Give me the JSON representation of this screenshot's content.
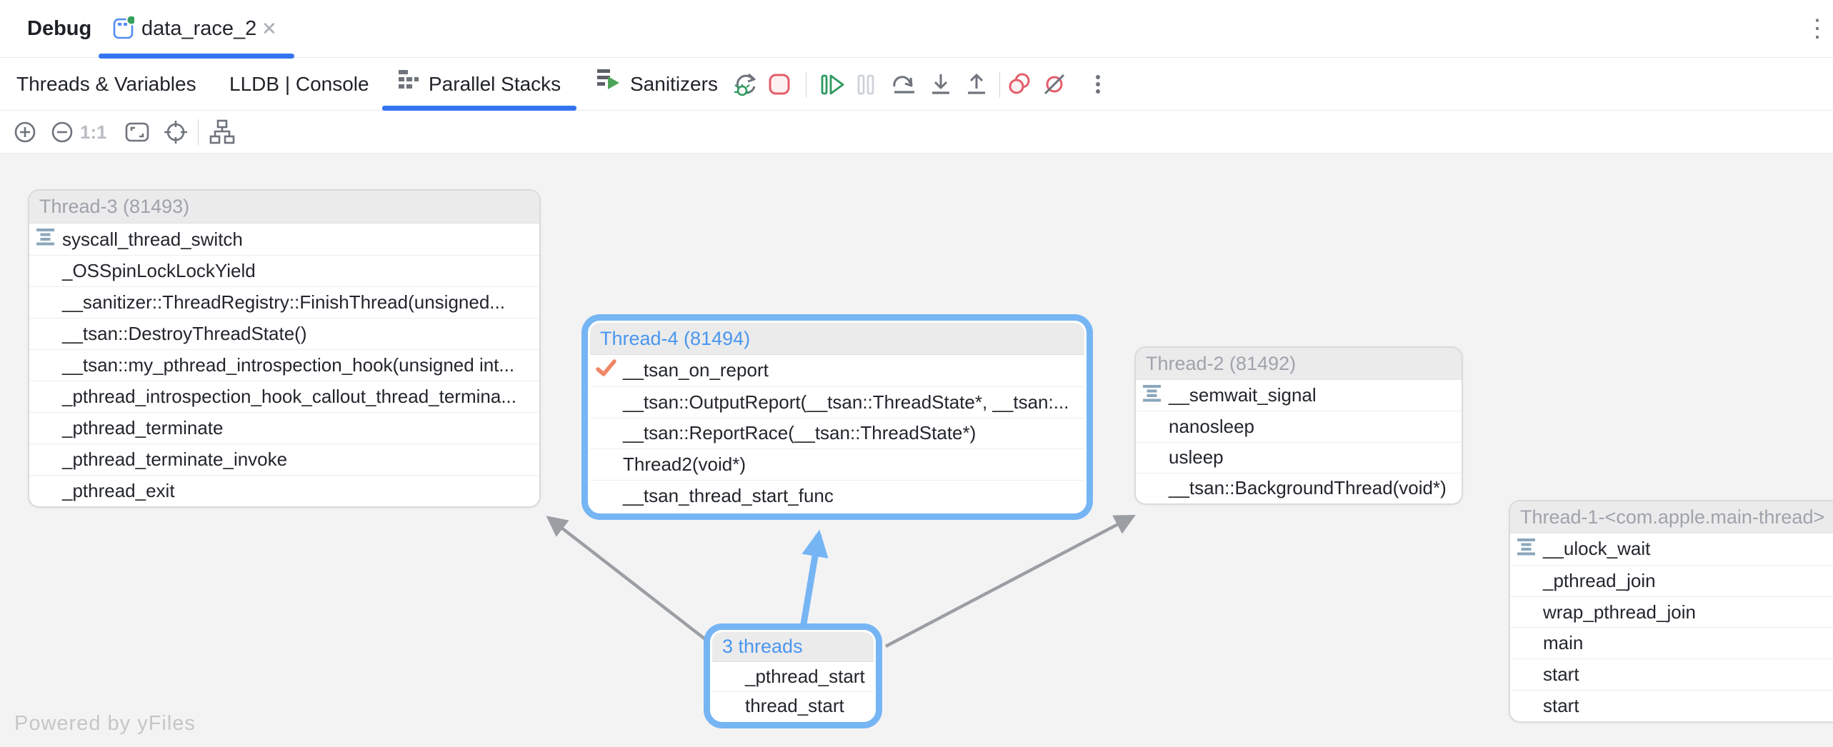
{
  "window": {
    "tool_title": "Debug",
    "more_label": "⋮"
  },
  "session_tab": {
    "label": "data_race_2",
    "close_label": "✕"
  },
  "view_tabs": [
    {
      "label": "Threads & Variables",
      "active": false
    },
    {
      "label": "LLDB | Console",
      "active": false
    },
    {
      "label": "Parallel Stacks",
      "active": true,
      "icon": "parallel-stacks-icon"
    },
    {
      "label": "Sanitizers",
      "active": false,
      "icon": "sanitizers-icon"
    }
  ],
  "debug_actions": [
    "rerun-debug",
    "stop",
    "resume",
    "pause",
    "step-over",
    "step-into",
    "step-out",
    "view-breakpoints",
    "mute-breakpoints",
    "more-options"
  ],
  "graph_actions": {
    "zoom_in": "zoom-in",
    "zoom_out": "zoom-out",
    "actual_size_label": "1:1",
    "fit_content": "fit-content",
    "center_selection": "center",
    "relayout": "layout"
  },
  "canvas": {
    "watermark": "Powered by yFiles",
    "nodes": [
      {
        "id": "thread3",
        "title": "Thread-3 (81493)",
        "highlighted": false,
        "frames": [
          {
            "icon": "stack",
            "text": "syscall_thread_switch"
          },
          {
            "icon": "",
            "text": "_OSSpinLockLockYield"
          },
          {
            "icon": "",
            "text": "__sanitizer::ThreadRegistry::FinishThread(unsigned..."
          },
          {
            "icon": "",
            "text": "__tsan::DestroyThreadState()"
          },
          {
            "icon": "",
            "text": "__tsan::my_pthread_introspection_hook(unsigned int..."
          },
          {
            "icon": "",
            "text": "_pthread_introspection_hook_callout_thread_termina..."
          },
          {
            "icon": "",
            "text": "_pthread_terminate"
          },
          {
            "icon": "",
            "text": "_pthread_terminate_invoke"
          },
          {
            "icon": "",
            "text": "_pthread_exit"
          }
        ]
      },
      {
        "id": "thread4",
        "title": "Thread-4 (81494)",
        "highlighted": true,
        "frames": [
          {
            "icon": "check",
            "text": "__tsan_on_report"
          },
          {
            "icon": "",
            "text": "__tsan::OutputReport(__tsan::ThreadState*, __tsan:..."
          },
          {
            "icon": "",
            "text": "__tsan::ReportRace(__tsan::ThreadState*)"
          },
          {
            "icon": "",
            "text": "Thread2(void*)"
          },
          {
            "icon": "",
            "text": "__tsan_thread_start_func"
          }
        ]
      },
      {
        "id": "thread2",
        "title": "Thread-2 (81492)",
        "highlighted": false,
        "frames": [
          {
            "icon": "stack",
            "text": "__semwait_signal"
          },
          {
            "icon": "",
            "text": "nanosleep"
          },
          {
            "icon": "",
            "text": "usleep"
          },
          {
            "icon": "",
            "text": "__tsan::BackgroundThread(void*)"
          }
        ]
      },
      {
        "id": "thread1",
        "title": "Thread-1-<com.apple.main-thread>",
        "highlighted": false,
        "frames": [
          {
            "icon": "stack",
            "text": "__ulock_wait"
          },
          {
            "icon": "",
            "text": "_pthread_join"
          },
          {
            "icon": "",
            "text": "wrap_pthread_join"
          },
          {
            "icon": "",
            "text": "main"
          },
          {
            "icon": "",
            "text": "start"
          },
          {
            "icon": "",
            "text": "start"
          }
        ]
      },
      {
        "id": "group",
        "title": "3 threads",
        "highlighted": true,
        "frames": [
          {
            "icon": "",
            "text": "_pthread_start"
          },
          {
            "icon": "",
            "text": "thread_start"
          }
        ]
      }
    ]
  },
  "colors": {
    "accent_blue": "#3574f0",
    "highlight_border": "#76b5f4",
    "highlight_text": "#4a96ef",
    "edge_gray": "#9b9ea3",
    "stop_red": "#e35d6a",
    "run_green": "#2e9960",
    "frame_check_coral": "#ef8666",
    "canvas_bg": "#f3f3f4"
  }
}
